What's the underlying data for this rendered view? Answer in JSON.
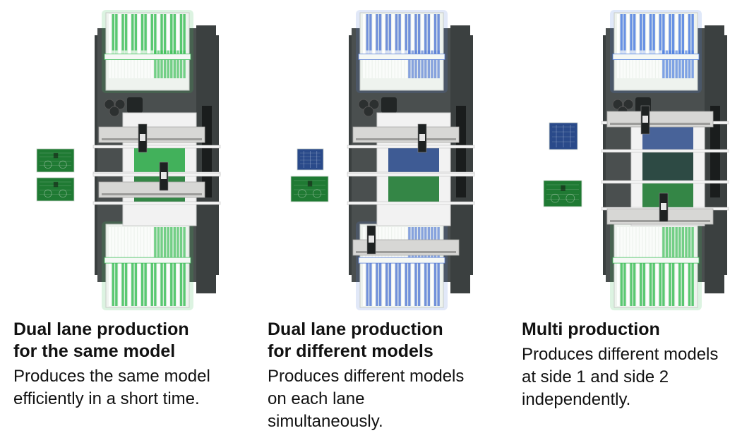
{
  "panels": [
    {
      "id": "same-model",
      "title": "Dual lane production\nfor the same model",
      "description": "Produces the same model\nefficiently in a short time.",
      "boards": [
        "green",
        "green"
      ],
      "feeder_top_color": "#3fbf5a",
      "feeder_bottom_color": "#3fbf5a",
      "lane1_board": "green",
      "lane2_board": "green"
    },
    {
      "id": "different-models",
      "title": "Dual lane production\nfor different models",
      "description": "Produces different models\non each lane\nsimultaneously.",
      "boards": [
        "blue",
        "green"
      ],
      "feeder_top_color": "#5a7fd6",
      "feeder_bottom_color": "#5a7fd6",
      "lane1_board": "blue",
      "lane2_board": "green"
    },
    {
      "id": "multi-production",
      "title": "Multi production",
      "description": "Produces different models\nat side 1 and side 2\nindependently.",
      "boards": [
        "blue",
        "green"
      ],
      "feeder_top_color": "#4f7fe0",
      "feeder_bottom_color": "#3fbf5a",
      "lane1_board": "blue",
      "lane2_board": "green"
    }
  ],
  "colors": {
    "pcb_green": "#1f7a33",
    "pcb_blue": "#2a4a8a",
    "machine_dark": "#4a4f4f",
    "machine_frame": "#3a3f3f",
    "rail_silver": "#d8d8d8",
    "text": "#111111"
  }
}
